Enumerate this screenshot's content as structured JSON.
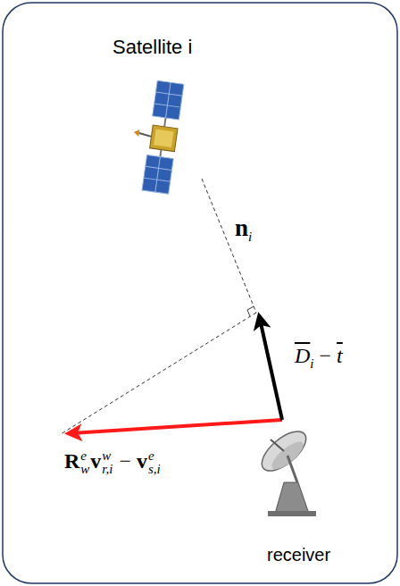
{
  "diagram": {
    "labels": [
      "Satellite i",
      "n",
      "i",
      "D",
      "i",
      "−",
      "t",
      "R",
      "e",
      "w",
      "v",
      "w",
      "r,i",
      "−",
      "v",
      "e",
      "s,i",
      "receiver"
    ]
  }
}
